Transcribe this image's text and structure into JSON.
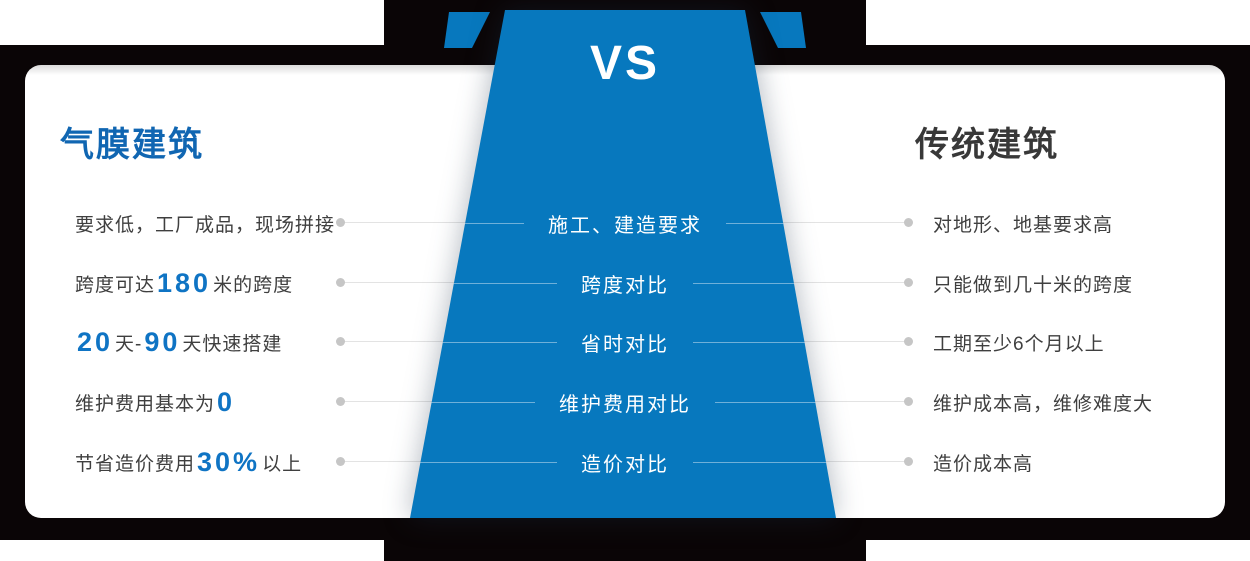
{
  "colors": {
    "frame_black": "#0a0506",
    "trapezoid_blue": "#0778be",
    "title_blue": "#1066b2",
    "number_blue": "#0f74c4",
    "dark_text": "#3f3f3f",
    "line_gray": "#e3e3e3",
    "dot_gray": "#c6c6c6"
  },
  "vs_label": "VS",
  "left_title": "气膜建筑",
  "right_title": "传统建筑",
  "rows": [
    {
      "left": [
        {
          "t": "要求低，工厂成品，现场拼接",
          "h": false
        }
      ],
      "center": "施工、建造要求",
      "right": "对地形、地基要求高"
    },
    {
      "left": [
        {
          "t": "跨度可达 ",
          "h": false
        },
        {
          "t": "180",
          "h": true
        },
        {
          "t": " 米的跨度",
          "h": false
        }
      ],
      "center": "跨度对比",
      "right": "只能做到几十米的跨度"
    },
    {
      "left": [
        {
          "t": "20",
          "h": true
        },
        {
          "t": " 天- ",
          "h": false
        },
        {
          "t": "90",
          "h": true
        },
        {
          "t": " 天快速搭建",
          "h": false
        }
      ],
      "center": "省时对比",
      "right": "工期至少6个月以上"
    },
    {
      "left": [
        {
          "t": "维护费用基本为 ",
          "h": false
        },
        {
          "t": "0",
          "h": true
        }
      ],
      "center": "维护费用对比",
      "right": "维护成本高，维修难度大"
    },
    {
      "left": [
        {
          "t": "节省造价费用 ",
          "h": false
        },
        {
          "t": "30%",
          "h": true
        },
        {
          "t": " 以上",
          "h": false
        }
      ],
      "center": "造价对比",
      "right": "造价成本高"
    }
  ]
}
